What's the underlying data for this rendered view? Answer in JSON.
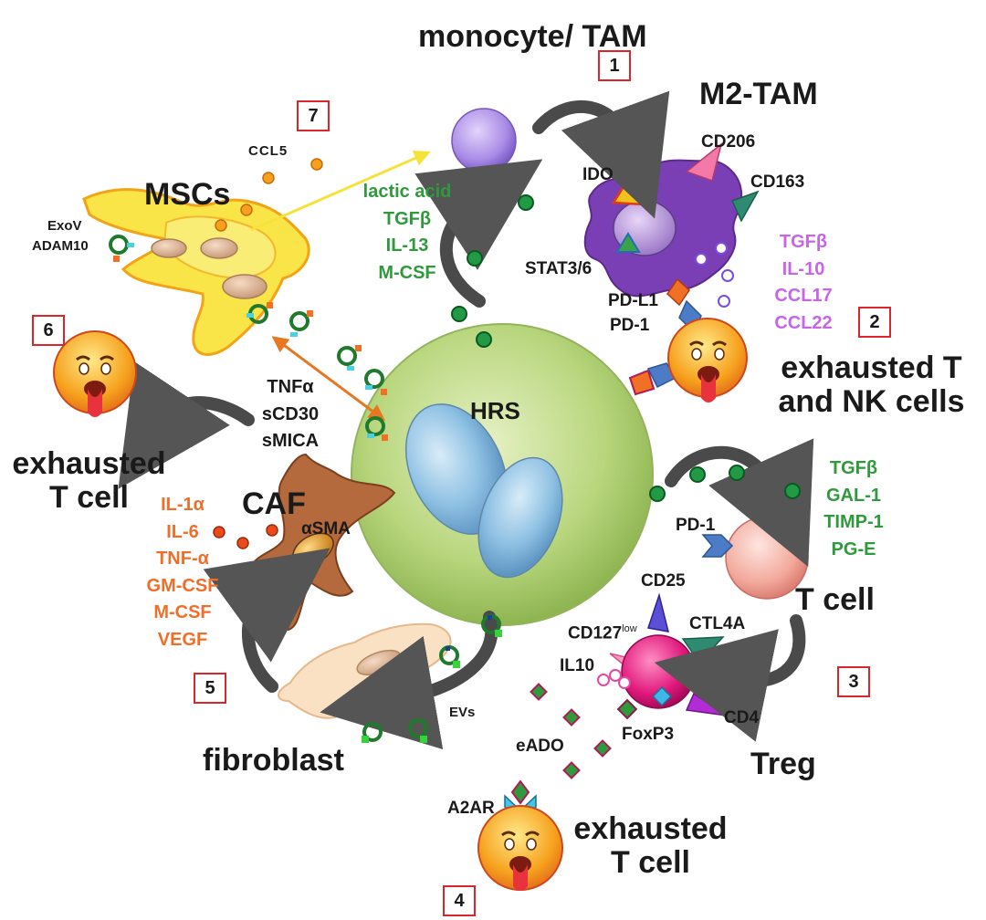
{
  "colors": {
    "green_text": "#2e9a3c",
    "purple_text": "#c764e8",
    "orange_text": "#f06e28",
    "box_border": "#d9262c",
    "hrs_cell": "#bcd983",
    "m2_tam": "#7a3fb5",
    "caf": "#b56a3d",
    "msc": "#f7d93a",
    "treg": "#e0187c"
  },
  "labels": {
    "monocyte_tam": "monocyte/ TAM",
    "m2_tam": "M2-TAM",
    "mscs": "MSCs",
    "hrs": "HRS",
    "caf": "CAF",
    "fibroblast": "fibroblast",
    "treg": "Treg",
    "exhausted_t_nk": "exhausted T  and NK cells",
    "exhausted_t_left": "exhausted T cell",
    "exhausted_t_bottom": "exhausted T cell",
    "t_cell": "T cell"
  },
  "markers": {
    "ccl5": "CCL5",
    "exov": "ExoV",
    "adam10": "ADAM10",
    "ido": "IDO",
    "cd206": "CD206",
    "cd163": "CD163",
    "stat": "STAT3/6",
    "pdl1": "PD-L1",
    "pd1_upper": "PD-1",
    "pd1_right": "PD-1",
    "alpha_sma": "αSMA",
    "cd25": "CD25",
    "cd127_main": "CD127",
    "cd127_sup": "low",
    "ctl4a": "CTL4A",
    "il10": "IL10",
    "cd4": "CD4",
    "foxp3": "FoxP3",
    "evs": "EVs",
    "eado": "eADO",
    "a2ar": "A2AR"
  },
  "lists": {
    "hrs_secreted": [
      "lactic acid",
      "TGFβ",
      "IL-13",
      "M-CSF"
    ],
    "tam_secreted": [
      "TGFβ",
      "IL-10",
      "CCL17",
      "CCL22"
    ],
    "soluble": [
      "TNFα",
      "sCD30",
      "sMICA"
    ],
    "caf_secreted": [
      "IL-1α",
      "IL-6",
      "TNF-α",
      "GM-CSF",
      "M-CSF",
      "VEGF"
    ],
    "t_cell_inhibitors": [
      "TGFβ",
      "GAL-1",
      "TIMP-1",
      "PG-E"
    ]
  },
  "numbers": [
    "1",
    "2",
    "3",
    "4",
    "5",
    "6",
    "7"
  ]
}
